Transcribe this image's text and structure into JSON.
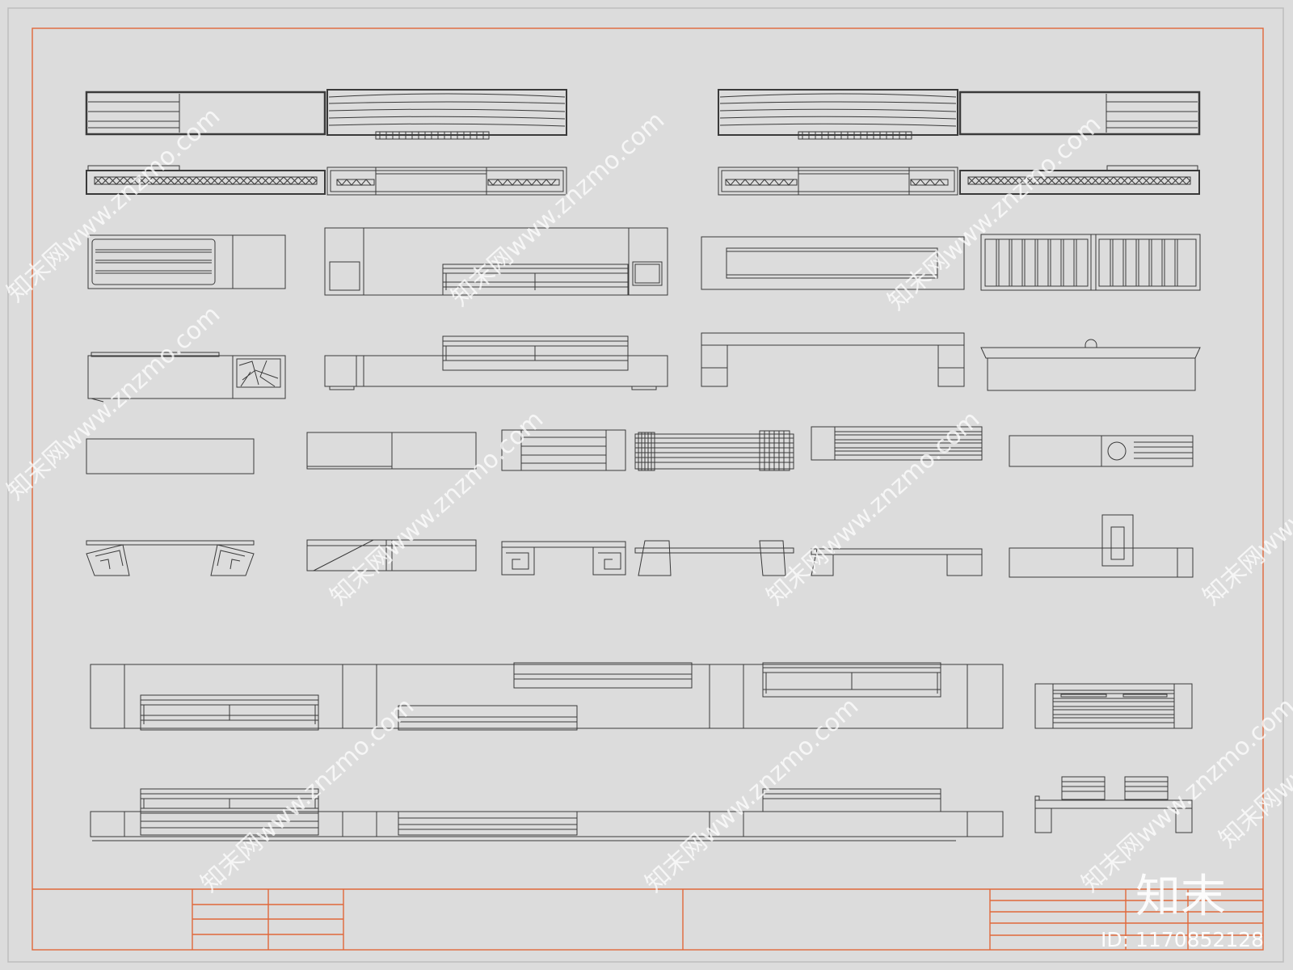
{
  "drawing": {
    "background": "#dcdcdc",
    "line_color": "#3a3a3a",
    "frame_color": "#e0683a"
  },
  "watermark": {
    "text": "知末网www.znzmo.com",
    "color": "#ffffff"
  },
  "logo": {
    "text": "知末",
    "color": "#ffffff"
  },
  "id_label": {
    "text": "ID: 1170852128",
    "color": "#ffffff"
  }
}
